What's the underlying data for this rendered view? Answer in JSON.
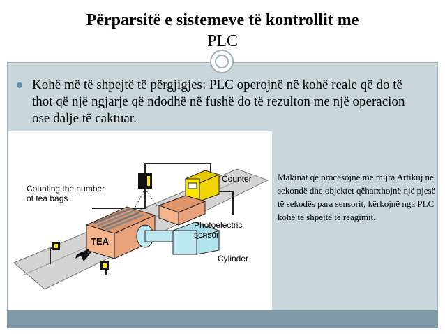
{
  "slide": {
    "title_line1": "Përparsitë e sistemeve të kontrollit me",
    "title_line2": "PLC",
    "bullet_text": "Kohë më të shpejtë të përgjigjes: PLC operojnë në kohë reale që do të thot që një ngjarje që ndodhë në fushë  do të rezulton me një operacion ose dalje të caktuar.",
    "side_note": "Makinat që procesojnë me mijra Artikuj në sekondë dhe objektet qëharxhojnë një pjesë të sekodës para sensorit, kërkojnë nga PLC kohë të shpejtë të reagimit."
  },
  "diagram": {
    "label_counting_line1": "Counting the number",
    "label_counting_line2": "of tea bags",
    "label_counter": "Counter",
    "label_photo_line1": "Photoelectric",
    "label_photo_line2": "sensor",
    "label_cylinder": "Cylinder",
    "label_tea": "TEA"
  },
  "colors": {
    "slide_bg": "#c9d6dc",
    "accent": "#7d9aa6",
    "box_fill": "#f4b48c",
    "counter_fill": "#ffe600",
    "cylinder_fill": "#bfe9f2"
  }
}
